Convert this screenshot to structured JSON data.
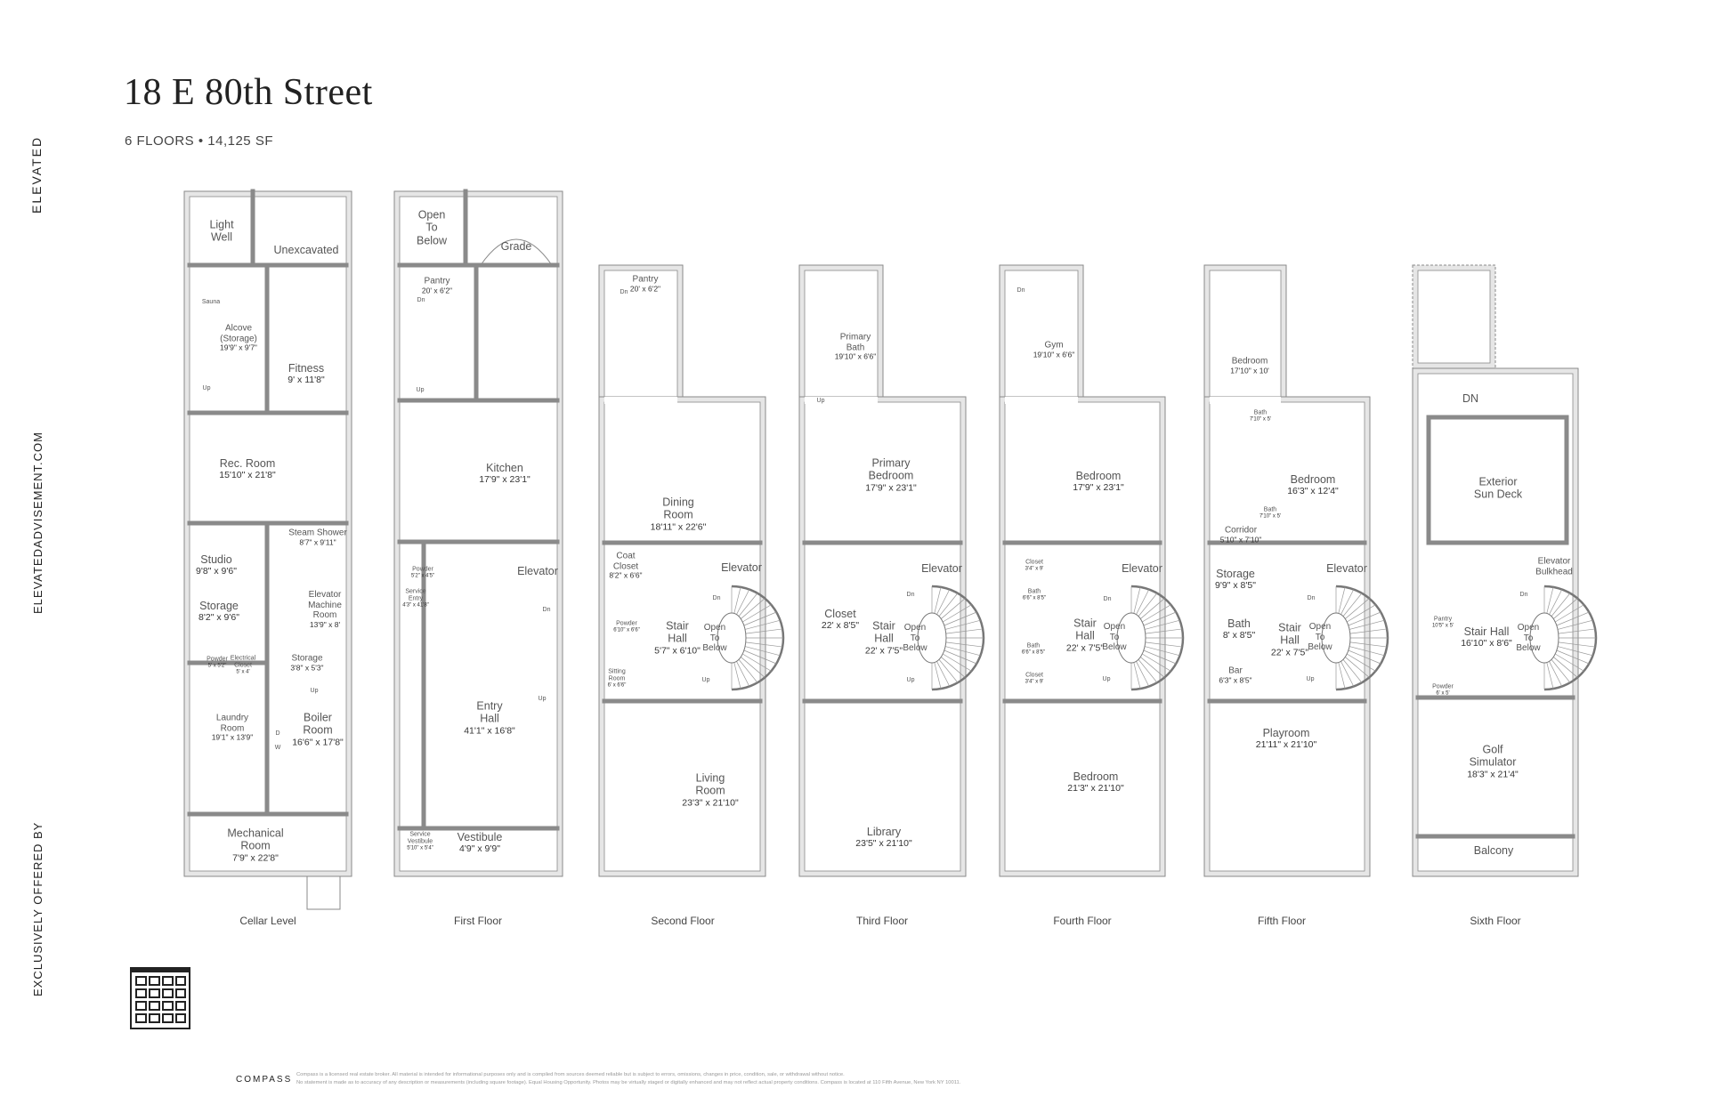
{
  "header": {
    "title": "18 E 80th Street",
    "subtitle": "6 FLOORS • 14,125 SF"
  },
  "sidebar": {
    "brand": "ELEVATED",
    "website": "ELEVATEDADVISEMENT.COM",
    "offered_by": "EXCLUSIVELY OFFERED BY"
  },
  "footer": {
    "brand": "COMPASS",
    "legal_line1": "Compass is a licensed real estate broker. All material is intended for informational purposes only and is compiled from sources deemed reliable but is subject to errors, omissions, changes in price, condition, sale, or withdrawal without notice.",
    "legal_line2": "No statement is made as to accuracy of any description or measurements (including square footage). Equal Housing Opportunity. Photos may be virtually staged or digitally enhanced and may not reflect actual property conditions. Compass is located at 110 Fifth Avenue, New York NY 10011."
  },
  "colors": {
    "wall": "#e6e6e6",
    "line": "#8a8a8a",
    "text": "#333333"
  },
  "floors": [
    {
      "label": "Cellar Level",
      "rooms": [
        {
          "name": "Light\nWell",
          "dims": ""
        },
        {
          "name": "Unexcavated",
          "dims": ""
        },
        {
          "name": "Sauna",
          "dims": ""
        },
        {
          "name": "Alcove\n(Storage)",
          "dims": "19'9\" x 9'7\""
        },
        {
          "name": "Fitness",
          "dims": "9' x 11'8\""
        },
        {
          "name": "Rec. Room",
          "dims": "15'10\" x 21'8\""
        },
        {
          "name": "Steam Shower",
          "dims": "8'7\" x 9'11\""
        },
        {
          "name": "Studio",
          "dims": "9'8\" x 9'6\""
        },
        {
          "name": "Storage",
          "dims": "8'2\" x 9'6\""
        },
        {
          "name": "Elevator\nMachine\nRoom",
          "dims": "13'9\" x 8'"
        },
        {
          "name": "Powder",
          "dims": "5' x 5'2\""
        },
        {
          "name": "Electrical\nCloset",
          "dims": "5' x 4'"
        },
        {
          "name": "Storage",
          "dims": "3'8\" x 5'3\""
        },
        {
          "name": "Laundry\nRoom",
          "dims": "19'1\" x 13'9\""
        },
        {
          "name": "Boiler\nRoom",
          "dims": "16'6\" x 17'8\""
        },
        {
          "name": "D",
          "dims": ""
        },
        {
          "name": "W",
          "dims": ""
        },
        {
          "name": "Mechanical\nRoom",
          "dims": "7'9\" x 22'8\""
        },
        {
          "name": "Up",
          "dims": ""
        },
        {
          "name": "Up",
          "dims": ""
        }
      ]
    },
    {
      "label": "First Floor",
      "rooms": [
        {
          "name": "Open\nTo\nBelow",
          "dims": ""
        },
        {
          "name": "Grade",
          "dims": ""
        },
        {
          "name": "Pantry",
          "dims": "20' x 6'2\""
        },
        {
          "name": "Dn",
          "dims": ""
        },
        {
          "name": "Up",
          "dims": ""
        },
        {
          "name": "Kitchen",
          "dims": "17'9\" x 23'1\""
        },
        {
          "name": "Powder",
          "dims": "5'2\" x 4'5\""
        },
        {
          "name": "Elevator",
          "dims": ""
        },
        {
          "name": "Service\nEntry",
          "dims": "4'3\" x 41'8\""
        },
        {
          "name": "Dn",
          "dims": ""
        },
        {
          "name": "Up",
          "dims": ""
        },
        {
          "name": "Entry\nHall",
          "dims": "41'1\" x 16'8\""
        },
        {
          "name": "Service\nVestibule",
          "dims": "5'10\" x 5'4\""
        },
        {
          "name": "Vestibule",
          "dims": "4'9\" x 9'9\""
        }
      ]
    },
    {
      "label": "Second Floor",
      "rooms": [
        {
          "name": "Pantry",
          "dims": "20' x 6'2\""
        },
        {
          "name": "Dn",
          "dims": ""
        },
        {
          "name": "Dining\nRoom",
          "dims": "18'11\" x 22'6\""
        },
        {
          "name": "Coat\nCloset",
          "dims": "8'2\" x 6'6\""
        },
        {
          "name": "Elevator",
          "dims": ""
        },
        {
          "name": "Powder",
          "dims": "6'10\" x 6'6\""
        },
        {
          "name": "Stair\nHall",
          "dims": "5'7\" x 6'10\""
        },
        {
          "name": "Open\nTo\nBelow",
          "dims": ""
        },
        {
          "name": "Dn",
          "dims": ""
        },
        {
          "name": "Up",
          "dims": ""
        },
        {
          "name": "Sitting\nRoom",
          "dims": "6' x 6'6\""
        },
        {
          "name": "Living\nRoom",
          "dims": "23'3\" x 21'10\""
        }
      ]
    },
    {
      "label": "Third Floor",
      "rooms": [
        {
          "name": "Primary\nBath",
          "dims": "19'10\" x 6'6\""
        },
        {
          "name": "Up",
          "dims": ""
        },
        {
          "name": "Primary\nBedroom",
          "dims": "17'9\" x 23'1\""
        },
        {
          "name": "Elevator",
          "dims": ""
        },
        {
          "name": "Closet",
          "dims": "22' x 8'5\""
        },
        {
          "name": "Stair\nHall",
          "dims": "22' x 7'5\""
        },
        {
          "name": "Open\nTo\nBelow",
          "dims": ""
        },
        {
          "name": "Dn",
          "dims": ""
        },
        {
          "name": "Up",
          "dims": ""
        },
        {
          "name": "Library",
          "dims": "23'5\" x 21'10\""
        }
      ]
    },
    {
      "label": "Fourth Floor",
      "rooms": [
        {
          "name": "Dn",
          "dims": ""
        },
        {
          "name": "Gym",
          "dims": "19'10\" x 6'6\""
        },
        {
          "name": "Bedroom",
          "dims": "17'9\" x 23'1\""
        },
        {
          "name": "Closet",
          "dims": "3'4\" x 9'"
        },
        {
          "name": "Elevator",
          "dims": ""
        },
        {
          "name": "Bath",
          "dims": "6'6\" x 8'5\""
        },
        {
          "name": "Stair\nHall",
          "dims": "22' x 7'5\""
        },
        {
          "name": "Open\nTo\nBelow",
          "dims": ""
        },
        {
          "name": "Bath",
          "dims": "6'6\" x 8'5\""
        },
        {
          "name": "Closet",
          "dims": "3'4\" x 9'"
        },
        {
          "name": "Dn",
          "dims": ""
        },
        {
          "name": "Up",
          "dims": ""
        },
        {
          "name": "Bedroom",
          "dims": "21'3\" x 21'10\""
        }
      ]
    },
    {
      "label": "Fifth Floor",
      "rooms": [
        {
          "name": "Bedroom",
          "dims": "17'10\" x 10'"
        },
        {
          "name": "Bath",
          "dims": "7'10\" x 5'"
        },
        {
          "name": "Bedroom",
          "dims": "16'3\" x 12'4\""
        },
        {
          "name": "Bath",
          "dims": "7'10\" x 5'"
        },
        {
          "name": "Corridor",
          "dims": "5'10\" x 7'10\""
        },
        {
          "name": "Elevator",
          "dims": ""
        },
        {
          "name": "Storage",
          "dims": "9'9\" x 8'5\""
        },
        {
          "name": "Bath",
          "dims": "8' x 8'5\""
        },
        {
          "name": "Stair\nHall",
          "dims": "22' x 7'5\""
        },
        {
          "name": "Open\nTo\nBelow",
          "dims": ""
        },
        {
          "name": "Bar",
          "dims": "6'3\" x 8'5\""
        },
        {
          "name": "Playroom",
          "dims": "21'11\" x 21'10\""
        },
        {
          "name": "Dn",
          "dims": ""
        },
        {
          "name": "Up",
          "dims": ""
        }
      ]
    },
    {
      "label": "Sixth Floor",
      "rooms": [
        {
          "name": "DN",
          "dims": ""
        },
        {
          "name": "Exterior\nSun Deck",
          "dims": ""
        },
        {
          "name": "Elevator\nBulkhead",
          "dims": ""
        },
        {
          "name": "Pantry",
          "dims": "10'5\" x 5'"
        },
        {
          "name": "Stair Hall",
          "dims": "16'10\" x 8'6\""
        },
        {
          "name": "Open\nTo\nBelow",
          "dims": ""
        },
        {
          "name": "Powder",
          "dims": "6' x 5'"
        },
        {
          "name": "Golf\nSimulator",
          "dims": "18'3\" x 21'4\""
        },
        {
          "name": "Balcony",
          "dims": ""
        },
        {
          "name": "Dn",
          "dims": ""
        }
      ]
    }
  ]
}
